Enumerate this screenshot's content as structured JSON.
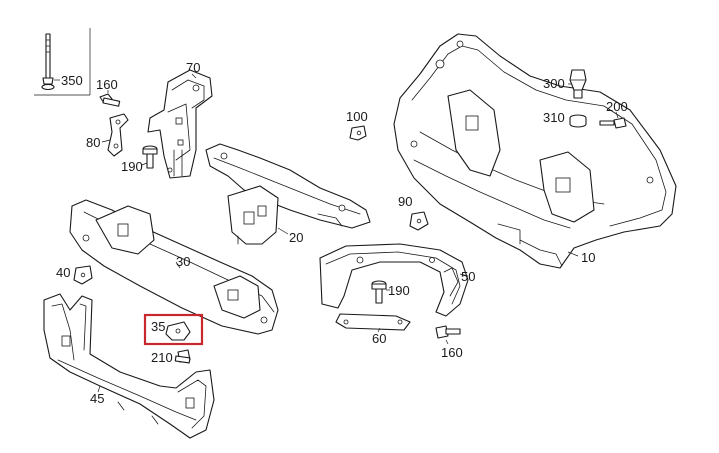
{
  "diagram": {
    "callouts": {
      "p350": "350",
      "p160a": "160",
      "p70": "70",
      "p80": "80",
      "p190a": "190",
      "p100": "100",
      "p300": "300",
      "p310": "310",
      "p200": "200",
      "p20": "20",
      "p90": "90",
      "p30": "30",
      "p40": "40",
      "p50": "50",
      "p190b": "190",
      "p35": "35",
      "p210": "210",
      "p60": "60",
      "p160b": "160",
      "p10": "10",
      "p45": "45"
    },
    "highlighted_callout": "35",
    "highlight_color": "#c8282d",
    "line_color": "#1a1a1a"
  }
}
